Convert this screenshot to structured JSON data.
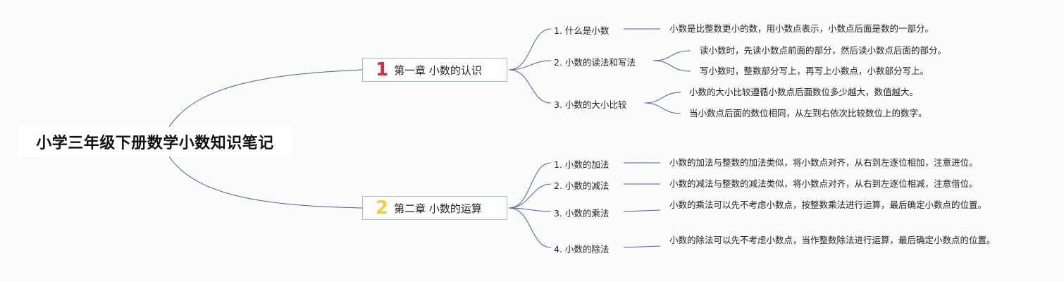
{
  "root": {
    "title": "小学三年级下册数学小数知识笔记"
  },
  "chapters": [
    {
      "number": "1",
      "title": "第一章 小数的认识",
      "color": "#d42c3f",
      "topics": [
        {
          "label": "1. 什么是小数",
          "details": [
            "小数是比整数更小的数，用小数点表示，小数点后面是数的一部分。"
          ]
        },
        {
          "label": "2. 小数的读法和写法",
          "details": [
            "读小数时，先读小数点前面的部分，然后读小数点后面的部分。",
            "写小数时，整数部分写上，再写上小数点，小数部分写上。"
          ]
        },
        {
          "label": "3. 小数的大小比较",
          "details": [
            "小数的大小比较遵循小数点后面数位多少越大，数值越大。",
            "当小数点后面的数位相同，从左到右依次比较数位上的数字。"
          ]
        }
      ]
    },
    {
      "number": "2",
      "title": "第二章 小数的运算",
      "color": "#f2cd3c",
      "topics": [
        {
          "label": "1. 小数的加法",
          "details": [
            "小数的加法与整数的加法类似，将小数点对齐，从右到左逐位相加，注意进位。"
          ]
        },
        {
          "label": "2. 小数的减法",
          "details": [
            "小数的减法与整数的减法类似，将小数点对齐，从右到左逐位相减，注意借位。"
          ]
        },
        {
          "label": "3. 小数的乘法",
          "details": [
            "小数的乘法可以先不考虑小数点，按整数乘法进行运算，最后确定小数点的位置。"
          ]
        },
        {
          "label": "4. 小数的除法",
          "details": [
            "小数的除法可以先不考虑小数点，当作整数除法进行运算，最后确定小数点的位置。"
          ]
        }
      ]
    }
  ],
  "colors": {
    "line": "#4a5fa0",
    "chapter_border": "#9fc3b2",
    "background": "#fbfbfb"
  }
}
